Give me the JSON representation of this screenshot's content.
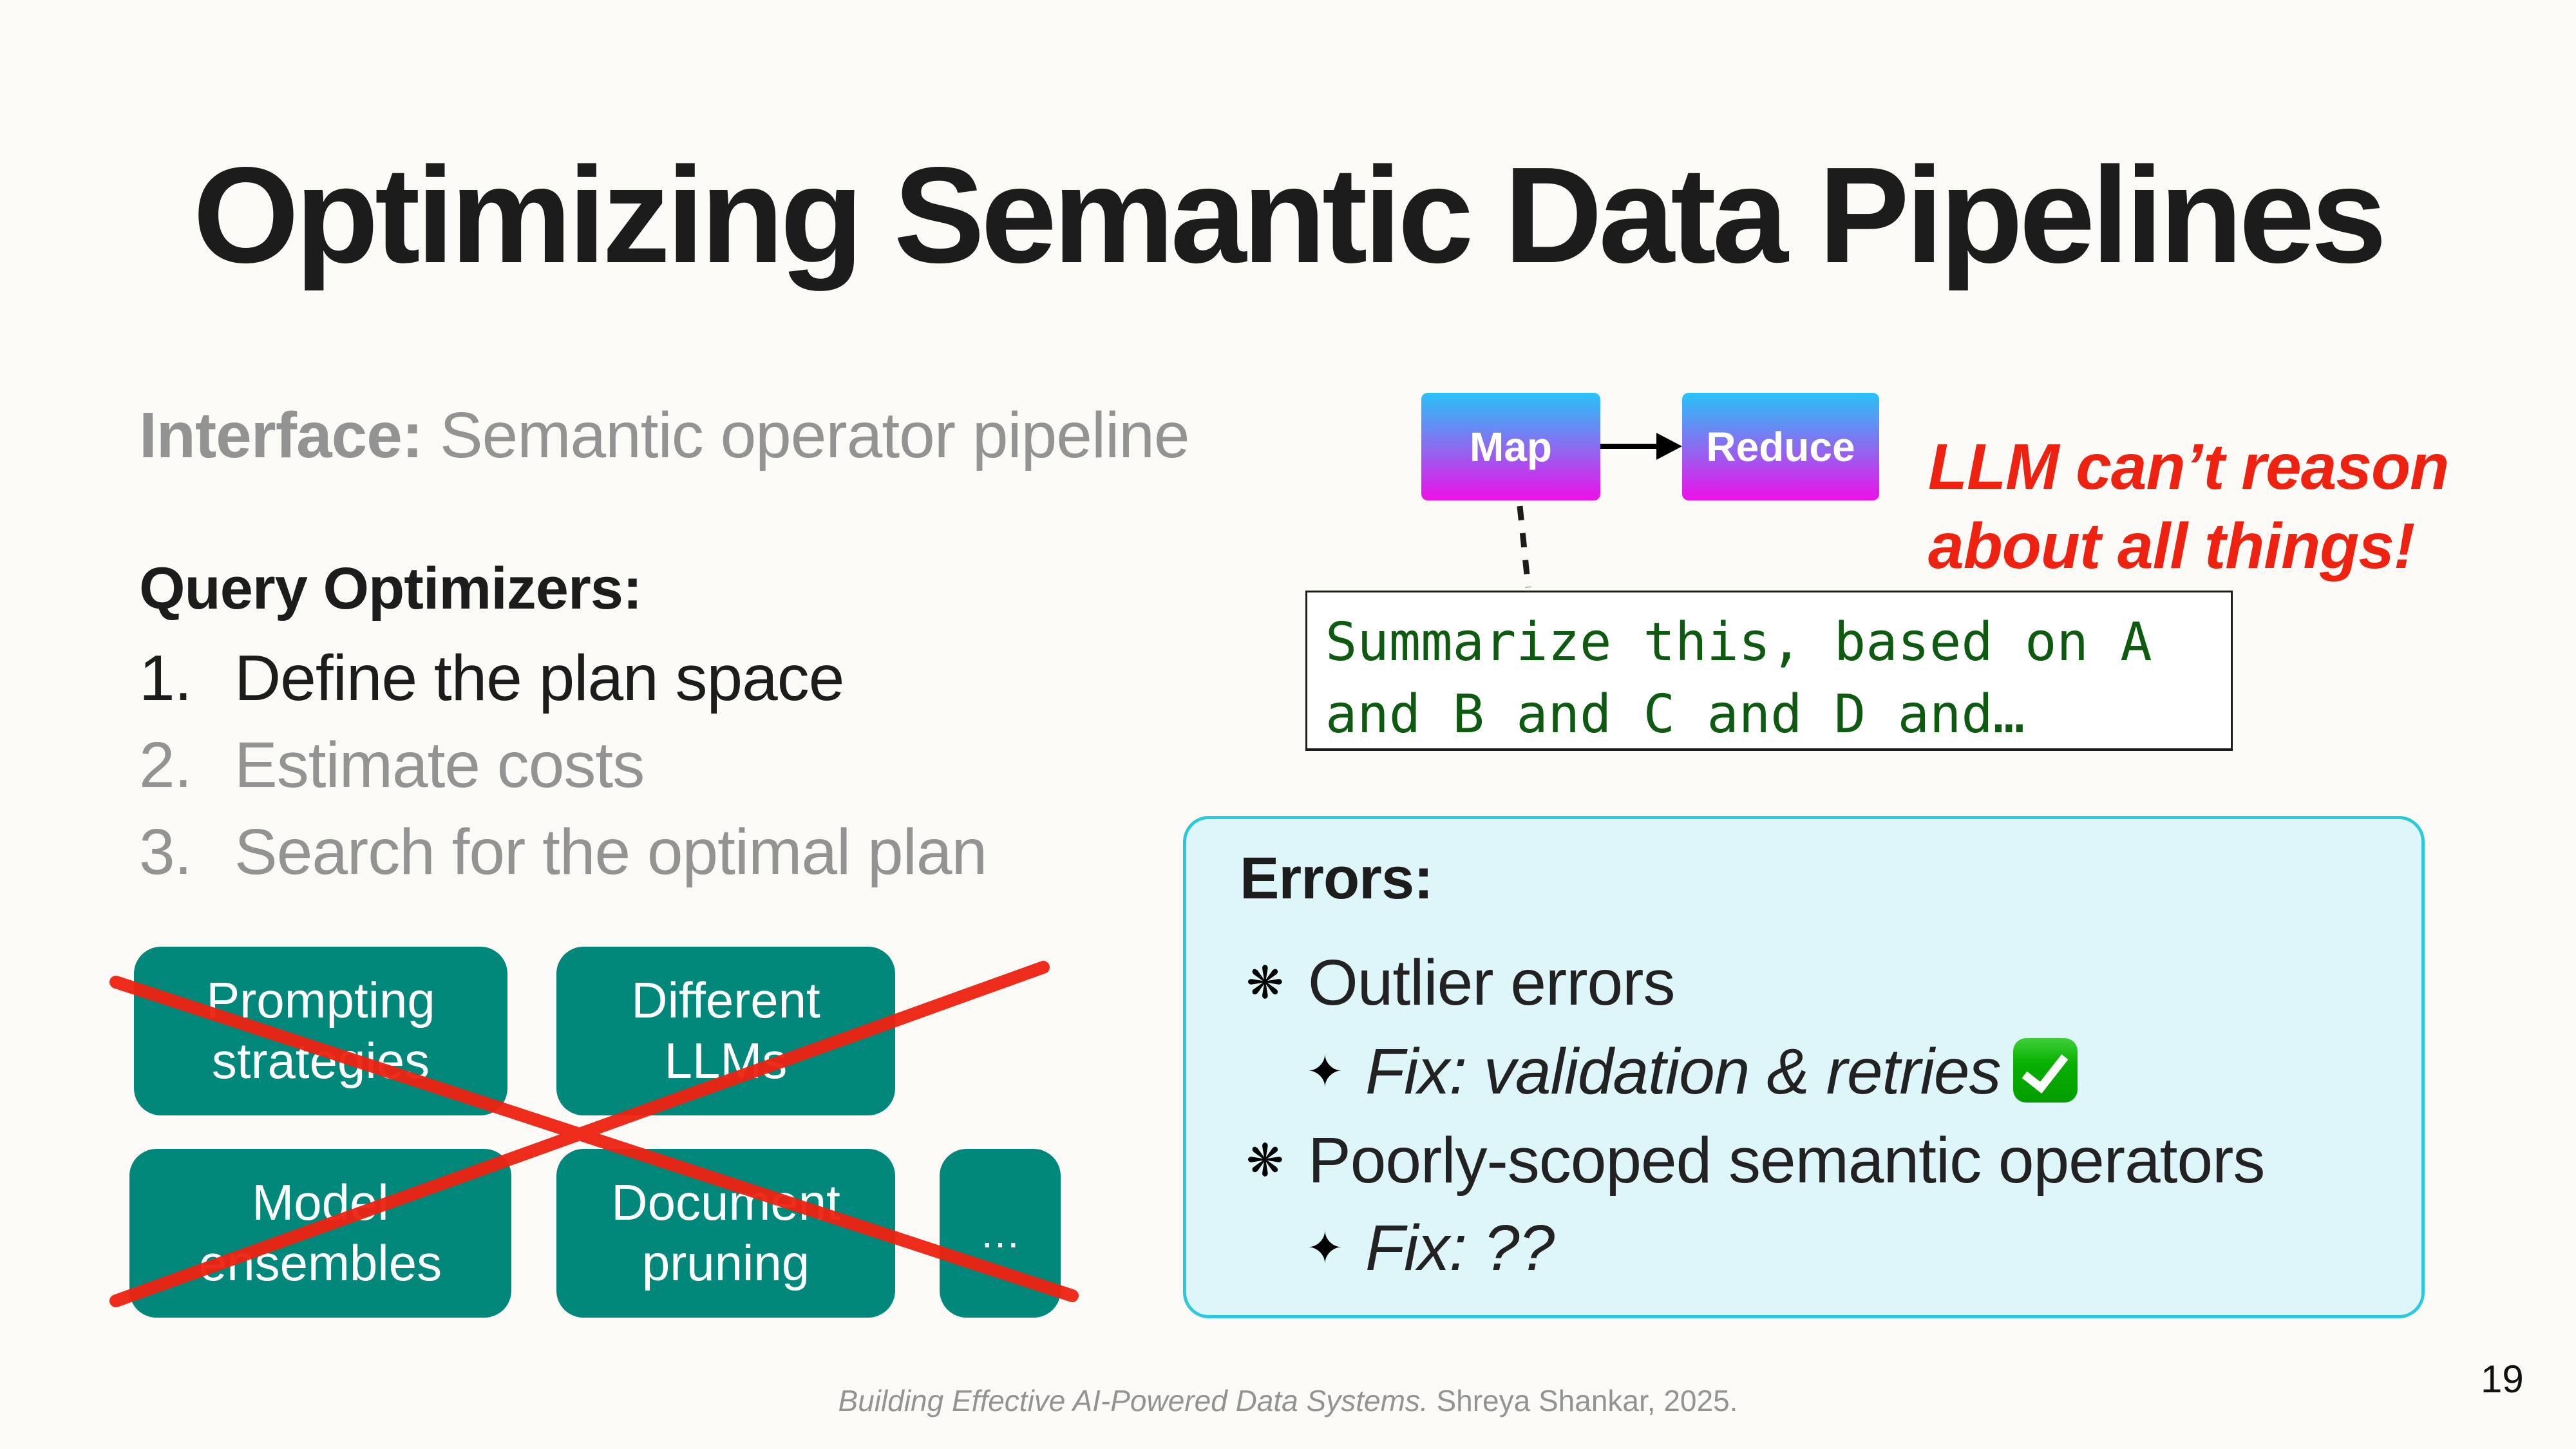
{
  "slide": {
    "title": "Optimizing Semantic Data Pipelines",
    "page_number": "19"
  },
  "interface": {
    "label": "Interface:",
    "value": " Semantic operator pipeline"
  },
  "query_optimizers": {
    "heading": "Query Optimizers:",
    "items": [
      {
        "num": "1.",
        "text": "Define the plan space",
        "state": "active"
      },
      {
        "num": "2.",
        "text": "Estimate costs",
        "state": "dimmed"
      },
      {
        "num": "3.",
        "text": "Search for the optimal plan",
        "state": "dimmed"
      }
    ]
  },
  "strategies": {
    "crossed_out": true,
    "boxes": [
      {
        "line1": "Prompting",
        "line2": "strategies"
      },
      {
        "line1": "Different",
        "line2": "LLMs"
      },
      {
        "line1": "Model",
        "line2": "ensembles"
      },
      {
        "line1": "Document",
        "line2": "pruning"
      },
      {
        "line1": "…",
        "line2": ""
      }
    ]
  },
  "pipeline_diagram": {
    "operators": [
      {
        "label": "Map"
      },
      {
        "label": "Reduce"
      }
    ],
    "prompt_text": {
      "line1": "Summarize this, based on A",
      "line2": "and B and C and D and…"
    }
  },
  "annotation": {
    "line1": "LLM can’t reason",
    "line2": "about all things!",
    "color": "#ee2211"
  },
  "errors_panel": {
    "title": "Errors:",
    "items": [
      {
        "bullet_icon": "❋",
        "text": "Outlier errors",
        "fix_icon": "✦",
        "fix": "Fix: validation & retries",
        "fix_status_icon": "check-mark-button"
      },
      {
        "bullet_icon": "❋",
        "text": "Poorly-scoped semantic operators",
        "fix_icon": "✦",
        "fix": "Fix: ??"
      }
    ]
  },
  "footer": {
    "citation_title": "Building Effective AI-Powered Data Systems.",
    "citation_author": " Shreya Shankar, 2025."
  },
  "colors": {
    "background": "#fbfaf7",
    "teal_box": "#02887a",
    "dim_text": "#939393",
    "prompt_green": "#0e5a10",
    "errors_fill": "#def6f9",
    "errors_border": "#2cc8dc",
    "gradient_top": "#27c3f8",
    "gradient_bottom": "#ee10ea"
  }
}
